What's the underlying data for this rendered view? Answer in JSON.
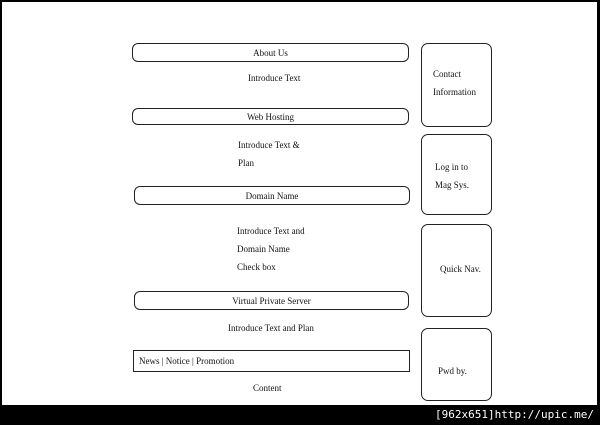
{
  "main": {
    "about": {
      "label": "About Us",
      "intro": "Introduce Text"
    },
    "hosting": {
      "label": "Web Hosting",
      "intro_line1": "Introduce Text &",
      "intro_line2": "Plan"
    },
    "domain": {
      "label": "Domain Name",
      "intro_line1": "Introduce Text and",
      "intro_line2": "Domain Name",
      "intro_line3": "Check box"
    },
    "vps": {
      "label": "Virtual Private Server",
      "intro": "Introduce Text and Plan"
    },
    "news": {
      "label": "News | Notice | Promotion",
      "content": "Content"
    }
  },
  "sidebar": {
    "contact": {
      "line1": "Contact",
      "line2": "Information"
    },
    "login": {
      "line1": "Log in to",
      "line2": "Mag Sys."
    },
    "quicknav": {
      "label": "Quick Nav."
    },
    "powered": {
      "label": "Pwd by."
    }
  },
  "footer": {
    "watermark": "[962x651]http://upic.me/"
  }
}
